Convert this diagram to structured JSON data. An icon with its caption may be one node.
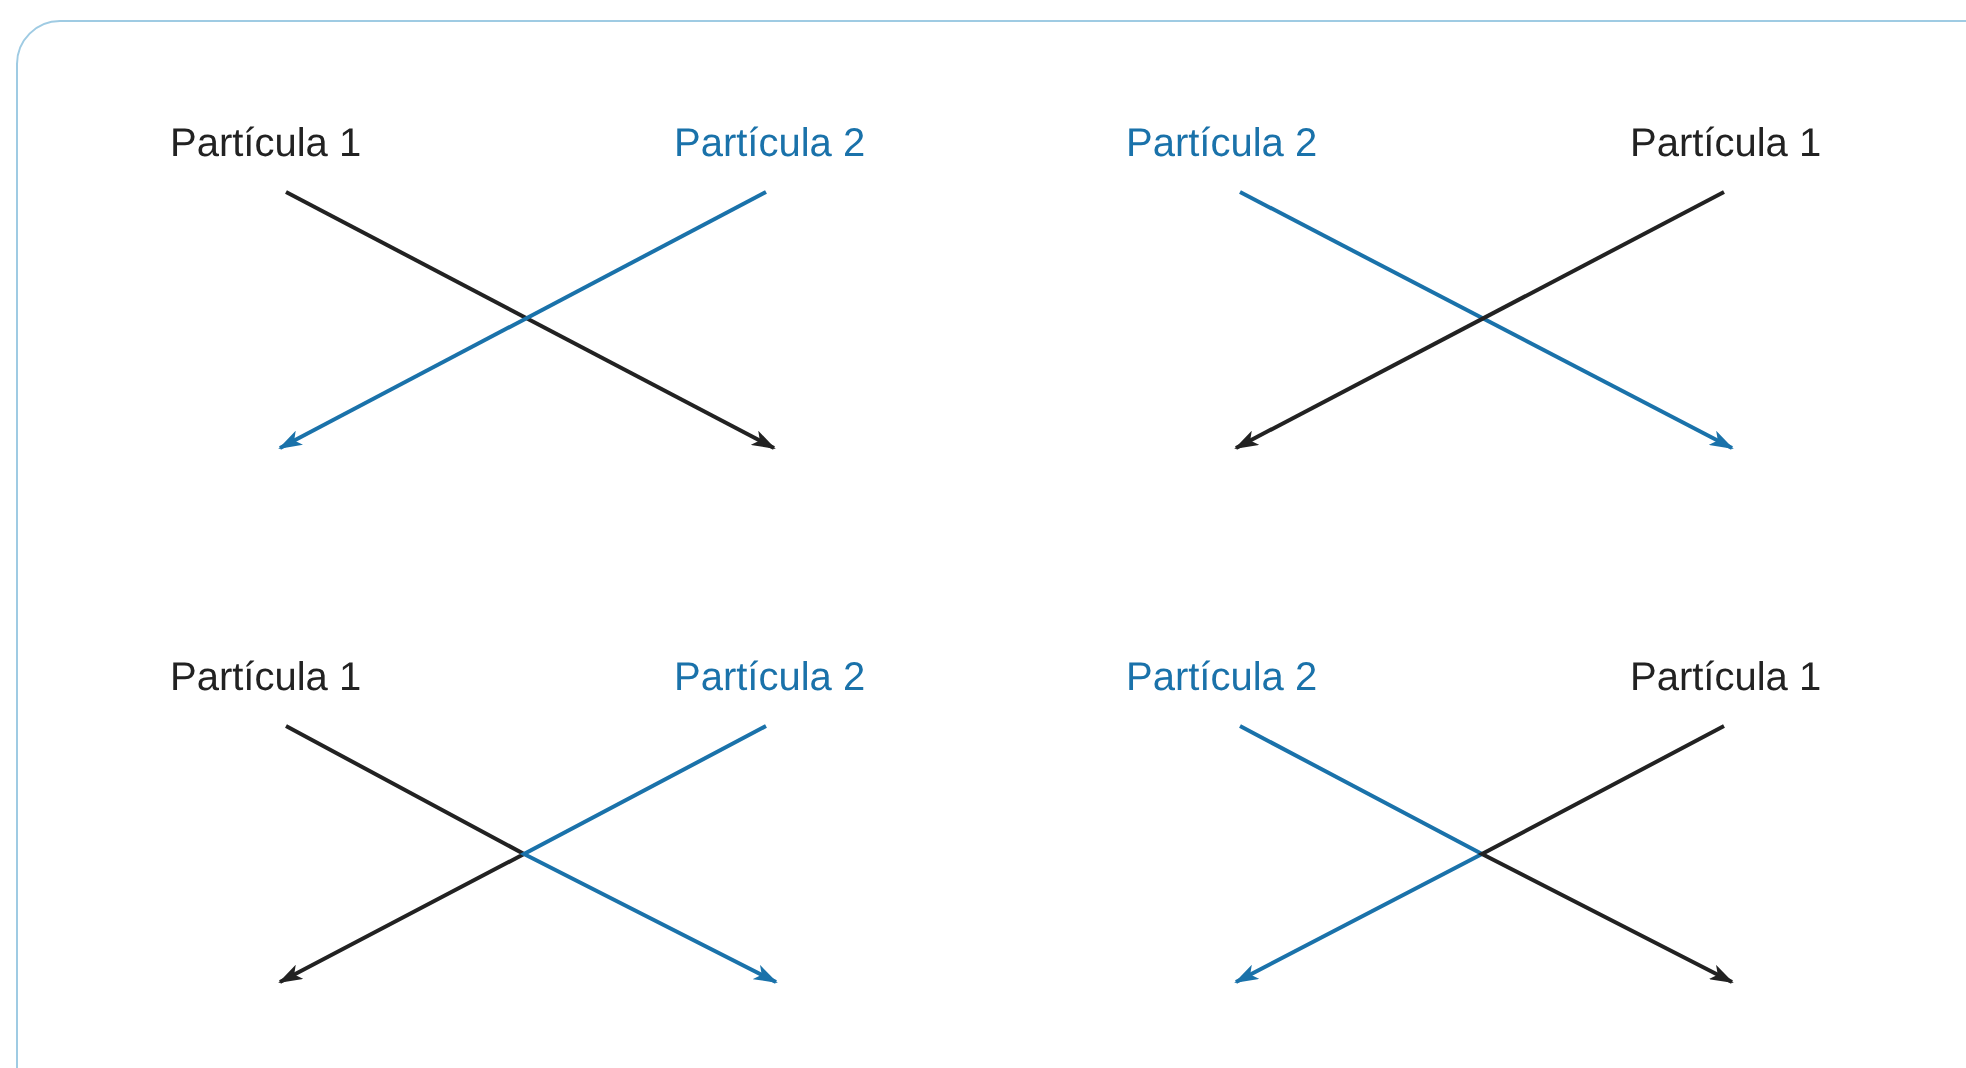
{
  "diagram": {
    "nodes": [
      {
        "text": [
          "Partícula 1"
        ]
      },
      {
        "text": [
          "Partícula 2"
        ]
      },
      {
        "text": [
          "Partícula 2"
        ]
      },
      {
        "text": [
          "Partícula 1"
        ]
      },
      {
        "text": [
          "Partícula 1"
        ]
      },
      {
        "text": [
          "Partícula 2"
        ]
      },
      {
        "text": [
          "Partícula 2"
        ]
      },
      {
        "text": [
          "Partícula 1"
        ]
      }
    ],
    "edges": [
      {
        "from": 0,
        "to": null,
        "arrow": "to"
      },
      {
        "from": 1,
        "to": null,
        "arrow": "to",
        "color": "#1a72aa"
      },
      {
        "from": 2,
        "to": null,
        "arrow": "to",
        "color": "#1a72aa"
      },
      {
        "from": 3,
        "to": null,
        "arrow": "to"
      },
      {
        "from": 4,
        "to": null,
        "arrow": "to"
      },
      {
        "from": 5,
        "to": null,
        "arrow": "to",
        "color": "#1a72aa"
      },
      {
        "from": 6,
        "to": null,
        "arrow": "to",
        "color": "#1a72aa"
      },
      {
        "from": 7,
        "to": null,
        "arrow": "to"
      }
    ]
  }
}
